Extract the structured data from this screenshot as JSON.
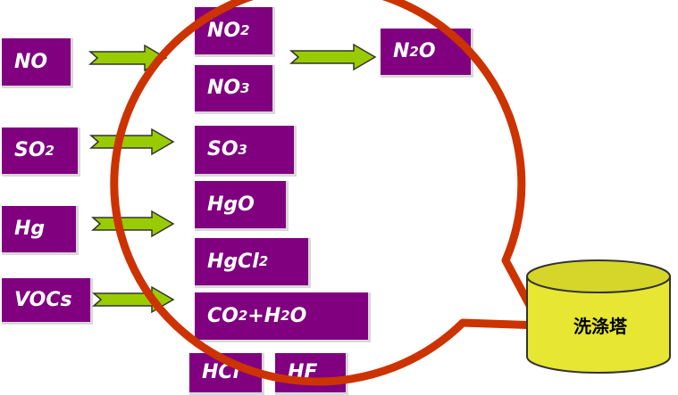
{
  "inputs": [
    {
      "base": "NO",
      "sub": ""
    },
    {
      "base": "SO",
      "sub": "2"
    },
    {
      "base": "Hg",
      "sub": ""
    },
    {
      "base": "VOCs",
      "sub": ""
    }
  ],
  "products": {
    "no2": {
      "a": "NO",
      "a_sub": "2"
    },
    "no3": {
      "a": "NO",
      "a_sub": "3"
    },
    "n2": {
      "a": "N",
      "a_sub": "2",
      "b": "O"
    },
    "so3": {
      "a": "SO",
      "a_sub": "3"
    },
    "hgo": {
      "a": "HgO"
    },
    "hgcl2": {
      "a": "HgCl",
      "a_sub": "2"
    },
    "co2h2o": {
      "a": "CO",
      "a_sub": "2",
      "b": "+H",
      "b_sub": "2",
      "c": "O"
    },
    "hcl": {
      "a": "HCl"
    },
    "hf": {
      "a": "HF"
    }
  },
  "tower": {
    "label": "洗涤塔"
  },
  "colors": {
    "box": "#800080",
    "arrow": "#99cc00",
    "bubble": "#cc3300",
    "tower": "#e6e633"
  }
}
